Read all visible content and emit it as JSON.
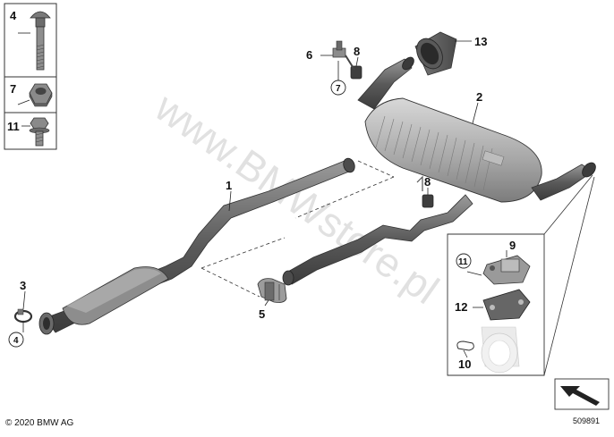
{
  "watermark": "www.BMWstore.pl",
  "copyright": "© 2020 BMW AG",
  "diagram_id": "509891",
  "colors": {
    "part_dark": "#5f5f5f",
    "part_mid": "#8c8c8c",
    "part_light": "#c6c6c6",
    "line": "#222222",
    "watermark": "#c9c9c9"
  },
  "callouts": {
    "p1": "1",
    "p2": "2",
    "p3": "3",
    "p4": "4",
    "p5": "5",
    "p6": "6",
    "p7": "7",
    "p8a": "8",
    "p8b": "8",
    "p9": "9",
    "p10": "10",
    "p11": "11",
    "p12": "12",
    "p13": "13"
  },
  "circled": {
    "c7": "7",
    "c4": "4",
    "c11": "11"
  },
  "legend": {
    "items": [
      "4",
      "7",
      "11"
    ],
    "icons": [
      "carriage-bolt-icon",
      "hex-nut-icon",
      "flange-bolt-icon"
    ]
  }
}
